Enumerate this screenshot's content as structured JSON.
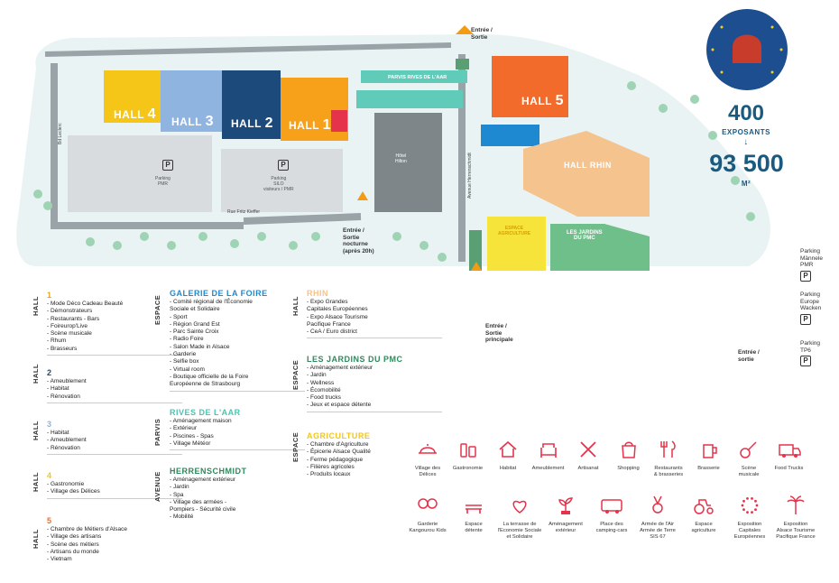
{
  "stats": {
    "exhibitors_count": "400",
    "exhibitors_label": "EXPOSANTS",
    "arrow": "↓",
    "area": "93 500",
    "area_unit": "M²"
  },
  "map": {
    "halls": {
      "h1": "HALL",
      "h1n": "1",
      "h2": "HALL",
      "h2n": "2",
      "h3": "HALL",
      "h3n": "3",
      "h4": "HALL",
      "h4n": "4",
      "h5": "HALL",
      "h5n": "5",
      "rhin": "HALL RHIN"
    },
    "labels": {
      "parvis": "PARVIS RIVES DE L'AAR",
      "hilton": "Hôtel\nHilton",
      "parking1": "Parking\nPMR",
      "parking2": "Parking\nSILO\nvisiteurs / PMR",
      "rue_fritz": "Rue Fritz Kieffer",
      "bd_leclerc": "Bd Leclerc",
      "herrenschmidt": "Avenue Herrenschmidt",
      "jardins": "LES JARDINS\nDU PMC",
      "agri": "ESPACE\nAGRICULTURE"
    },
    "entries": {
      "top": "Entrée /\nSortie",
      "night": "Entrée /\nSortie\nnocturne\n(après 20h)",
      "main": "Entrée /\nSortie\nprincipale",
      "right": "Entrée /\nsortie"
    },
    "parkings": {
      "p1": "Parking\nMännele\nPMR",
      "p2": "Parking\nEurope\nWacken",
      "p3": "Parking\nTP6",
      "symbol": "P"
    }
  },
  "halls_list": {
    "side": "HALL",
    "h1": {
      "num": "1",
      "items": [
        "- Mode Déco Cadeau Beauté",
        "- Démonstrateurs",
        "- Restaurants - Bars",
        "- Foireurop'Live",
        "- Scène musicale",
        "- Rhum",
        "- Brasseurs"
      ]
    },
    "h2": {
      "num": "2",
      "items": [
        "- Ameublement",
        "- Habitat",
        "- Rénovation"
      ]
    },
    "h3": {
      "num": "3",
      "items": [
        "- Habitat",
        "- Ameublement",
        "- Rénovation"
      ]
    },
    "h4": {
      "num": "4",
      "items": [
        "- Gastronomie",
        "- Village des Délices"
      ]
    },
    "h5": {
      "num": "5",
      "items": [
        "- Chambre de Métiers d'Alsace",
        "- Village des artisans",
        "- Scène des métiers",
        "- Artisans du monde",
        "- Vietnam"
      ]
    }
  },
  "espaces": {
    "galerie": {
      "side": "ESPACE",
      "title": "GALERIE DE LA FOIRE",
      "items": [
        "- Comité régional de l'Économie",
        "  Sociale et Solidaire",
        "- Sport",
        "- Région Grand Est",
        "- Parc Sainte Croix",
        "- Radio Foire",
        "- Salon Made in Alsace",
        "- Garderie",
        "- Selfie box",
        "- Virtual room",
        "- Boutique officielle de la Foire",
        "  Européenne de Strasbourg"
      ]
    },
    "rives": {
      "side": "PARVIS",
      "title": "RIVES DE L'AAR",
      "items": [
        "- Aménagement maison",
        "- Extérieur",
        "- Piscines - Spas",
        "- Village Météor"
      ]
    },
    "herren": {
      "side": "AVENUE",
      "title": "HERRENSCHMIDT",
      "items": [
        "- Aménagement extérieur",
        "- Jardin",
        "- Spa",
        "- Village des armées -",
        "  Pompiers - Sécurité civile",
        "- Mobilité"
      ]
    },
    "rhin": {
      "side": "HALL",
      "title": "RHIN",
      "items": [
        "- Expo Grandes",
        "  Capitales Européennes",
        "- Expo Alsace Tourisme",
        "  Pacifique France",
        "- CeA / Euro district"
      ]
    },
    "jardins": {
      "side": "ESPACE",
      "title": "LES JARDINS DU PMC",
      "items": [
        "- Aménagement extérieur",
        "- Jardin",
        "- Wellness",
        "- Écomobilité",
        "- Food trucks",
        "- Jeux et espace détente"
      ]
    },
    "agri": {
      "side": "ESPACE",
      "title": "AGRICULTURE",
      "items": [
        "- Chambre d'Agriculture",
        "- Épicerie Alsace Qualité",
        "- Ferme pédagogique",
        "- Filières agricoles",
        "- Produits locaux"
      ]
    }
  },
  "legend": [
    {
      "icon": "cloche-icon",
      "label": "Village des\nDélices"
    },
    {
      "icon": "bottles-icon",
      "label": "Gastronomie"
    },
    {
      "icon": "house-icon",
      "label": "Habitat"
    },
    {
      "icon": "armchair-icon",
      "label": "Ameublement"
    },
    {
      "icon": "tools-icon",
      "label": "Artisanat"
    },
    {
      "icon": "bag-icon",
      "label": "Shopping"
    },
    {
      "icon": "cutlery-icon",
      "label": "Restaurants\n& brasseries"
    },
    {
      "icon": "beer-icon",
      "label": "Brasserie"
    },
    {
      "icon": "guitar-icon",
      "label": "Scène\nmusicale"
    },
    {
      "icon": "truck-icon",
      "label": "Food Trucks"
    },
    {
      "icon": "kids-icon",
      "label": "Garderie\nKangourou Kids"
    },
    {
      "icon": "bench-icon",
      "label": "Espace\ndétente"
    },
    {
      "icon": "heart-hands-icon",
      "label": "La terrasse de\nl'Economie Sociale\net Solidaire"
    },
    {
      "icon": "plant-icon",
      "label": "Aménagement\nextérieur"
    },
    {
      "icon": "camper-icon",
      "label": "Place des\ncamping-cars"
    },
    {
      "icon": "medal-icon",
      "label": "Armée de l'Air\nArmée de Terre\nSIS 67"
    },
    {
      "icon": "tractor-icon",
      "label": "Espace\nagriculture"
    },
    {
      "icon": "stars-icon",
      "label": "Exposition\nCapitales\nEuropéennes"
    },
    {
      "icon": "palm-icon",
      "label": "Exposition\nAlsace Tourisme\nPacifique France"
    }
  ],
  "colors": {
    "hall1": "#f7a11a",
    "hall2": "#1c4a7a",
    "hall3": "#8fb4e0",
    "hall4": "#f5c518",
    "hall5": "#f26b2a",
    "rhin": "#f4c38e",
    "green": "#6fbf8a",
    "agri": "#f7e43a",
    "accent": "#e5334b",
    "teal": "#4fc2b0"
  }
}
